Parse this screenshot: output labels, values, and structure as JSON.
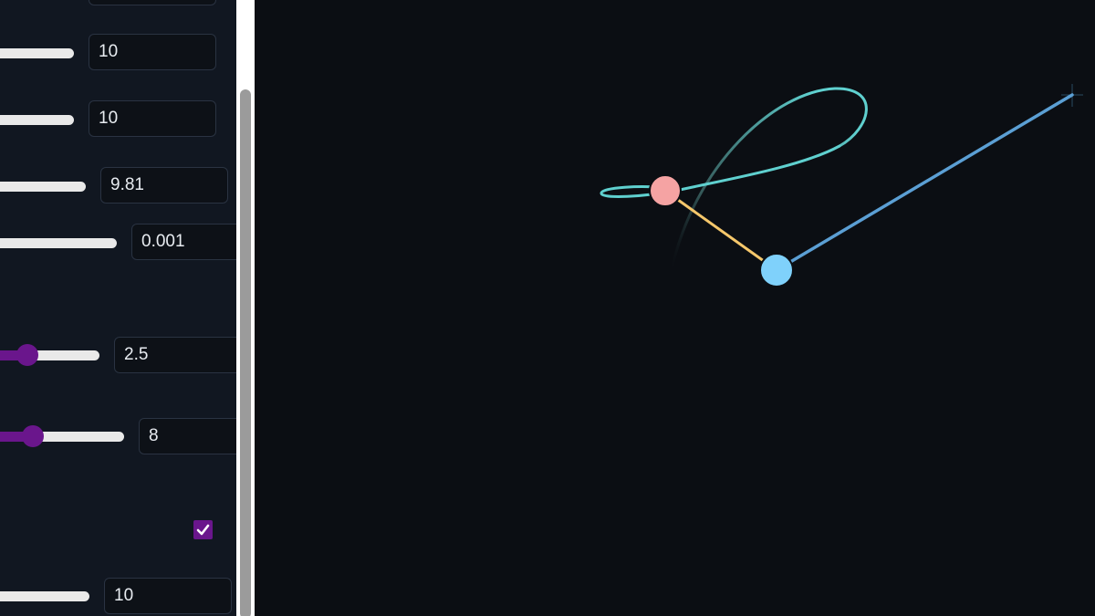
{
  "sidebar": {
    "top_input_value": "",
    "length1_value": "10",
    "length2_value": "10",
    "gravity_value": "9.81",
    "timestep_value": "0.001",
    "mass1": {
      "value": "2.5",
      "fraction": 0.3
    },
    "mass2": {
      "value": "8",
      "fraction": 0.27
    },
    "trail_enabled": true,
    "trail_length_value": "10"
  },
  "simulation": {
    "pivot_color": "#7eb3d6",
    "rod1_color": "#5b9fd4",
    "rod2_color": "#f5c76b",
    "bob1_color": "#7fd1fb",
    "bob2_color": "#f5a3a3",
    "trail_color": "#5fd0cf"
  }
}
